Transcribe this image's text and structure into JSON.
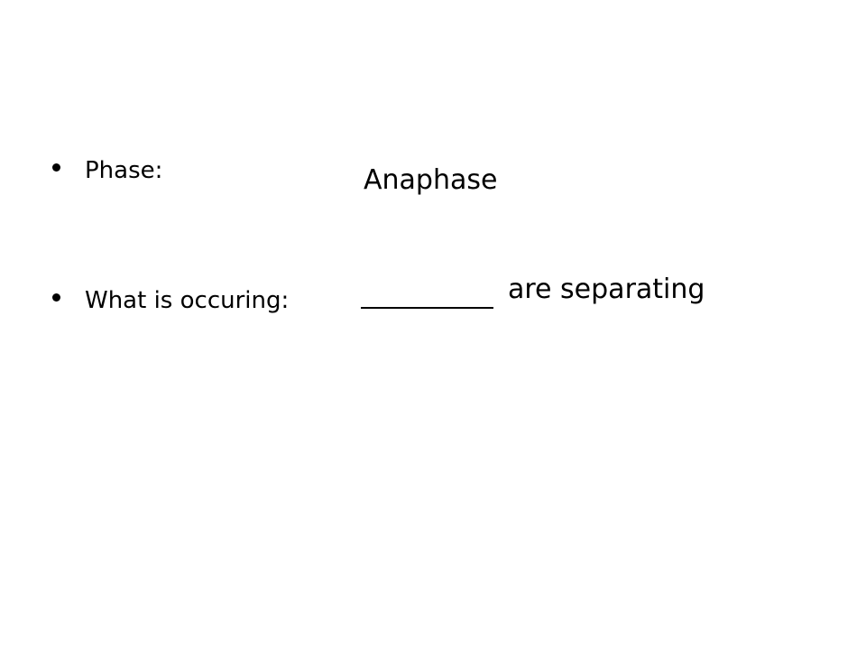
{
  "bullets": [
    {
      "label": "Phase:"
    },
    {
      "label": "What is occuring:"
    }
  ],
  "answers": {
    "phase": "Anaphase",
    "occurring": "are separating"
  },
  "colors": {
    "background": "#ffffff",
    "text": "#000000"
  }
}
